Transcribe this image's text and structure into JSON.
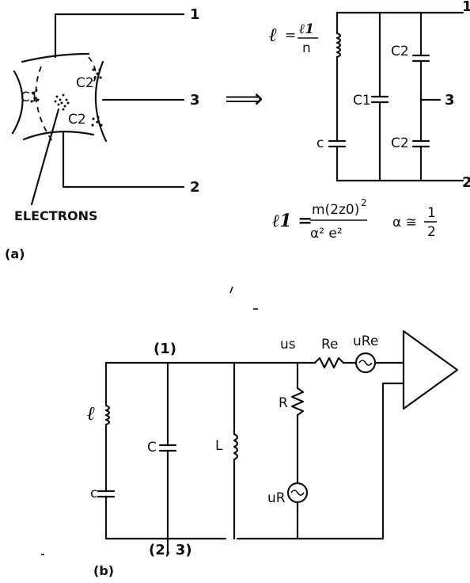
{
  "panel_a": {
    "caption": "(a)",
    "trap": {
      "c1": "C1",
      "c2_top": "C2",
      "c2_bottom": "C2",
      "electrons": "ELECTRONS"
    },
    "terminals": {
      "t1": "1",
      "t2": "2",
      "t3": "3"
    },
    "arrow": "⟹",
    "equivalent": {
      "inductor_label_l": "ℓ",
      "inductor_eq": "=",
      "inductor_num": "ℓ1",
      "inductor_den": "n",
      "c_series": "c",
      "c1": "C1",
      "c2_top": "C2",
      "c2_bottom": "C2",
      "t1": "1",
      "t2": "2",
      "t3": "3",
      "formula_lhs": "ℓ1 =",
      "formula_num": "m(2z0)",
      "formula_num_exp": "2",
      "formula_den": "α² e²",
      "alpha_lhs": "α ≅",
      "alpha_num": "1",
      "alpha_den": "2"
    }
  },
  "panel_b": {
    "caption": "(b)",
    "node_top": "(1)",
    "node_bottom": "(2, 3)",
    "l_label": "ℓ",
    "c_small": "c",
    "c_label": "C",
    "L_label": "L",
    "R_label": "R",
    "Re_label": "Re",
    "us_label": "us",
    "uR_label": "uR",
    "uRe_label": "uRe"
  }
}
